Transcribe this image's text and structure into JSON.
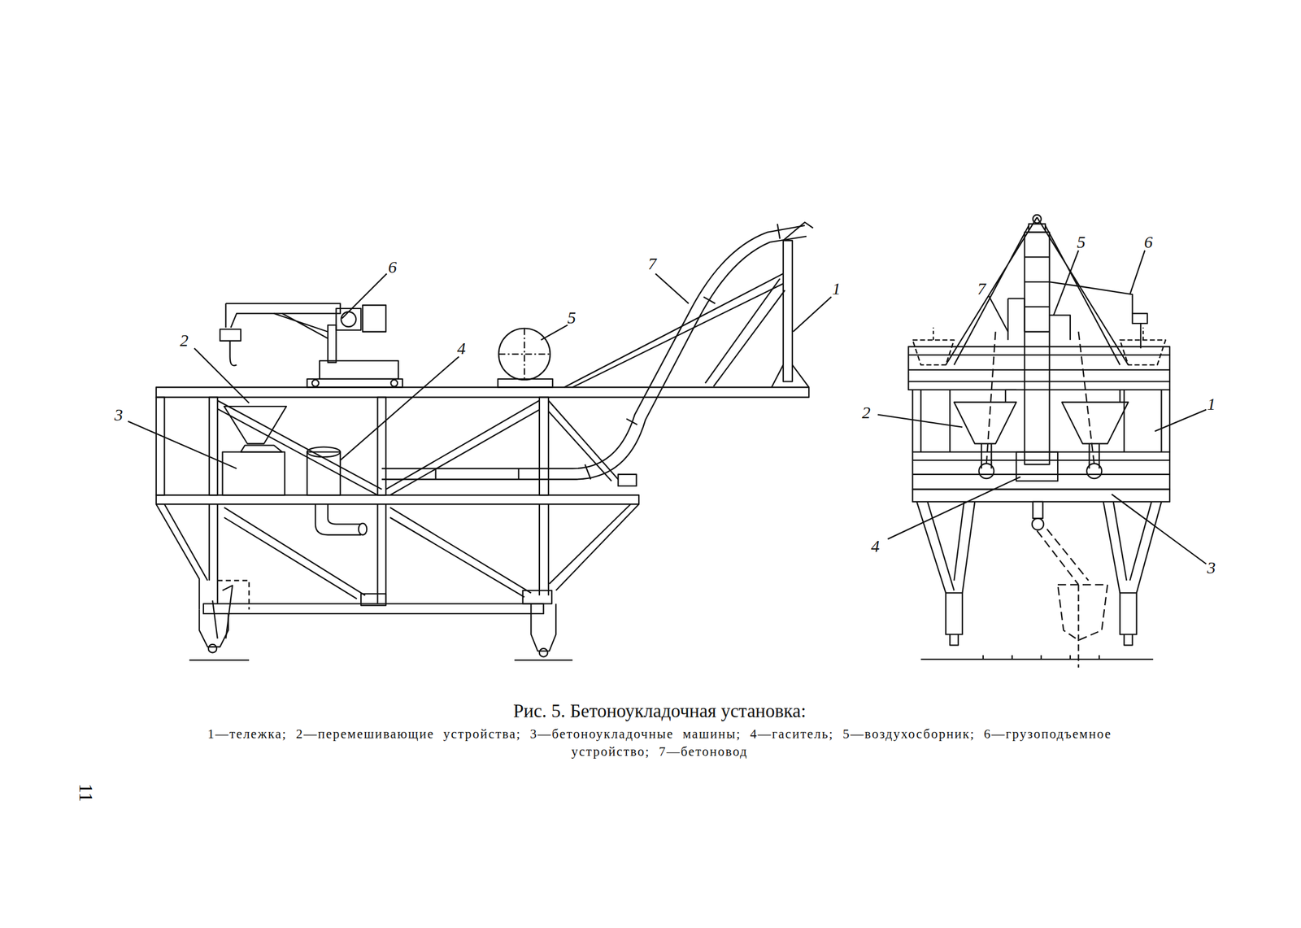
{
  "diagram": {
    "caption": "Рис. 5. Бетоноукладочная установка:",
    "labels": [
      "6",
      "2",
      "3",
      "4",
      "5",
      "7",
      "1",
      "5",
      "6",
      "7",
      "2",
      "1",
      "4",
      "3",
      "1—тележка; 2—перемешивающие устройства; 3—бетоноукладочные машины; 4—гаситель; 5—воздухосборник; 6—грузоподъемное устройство; 7—бетоновод",
      "11"
    ]
  }
}
